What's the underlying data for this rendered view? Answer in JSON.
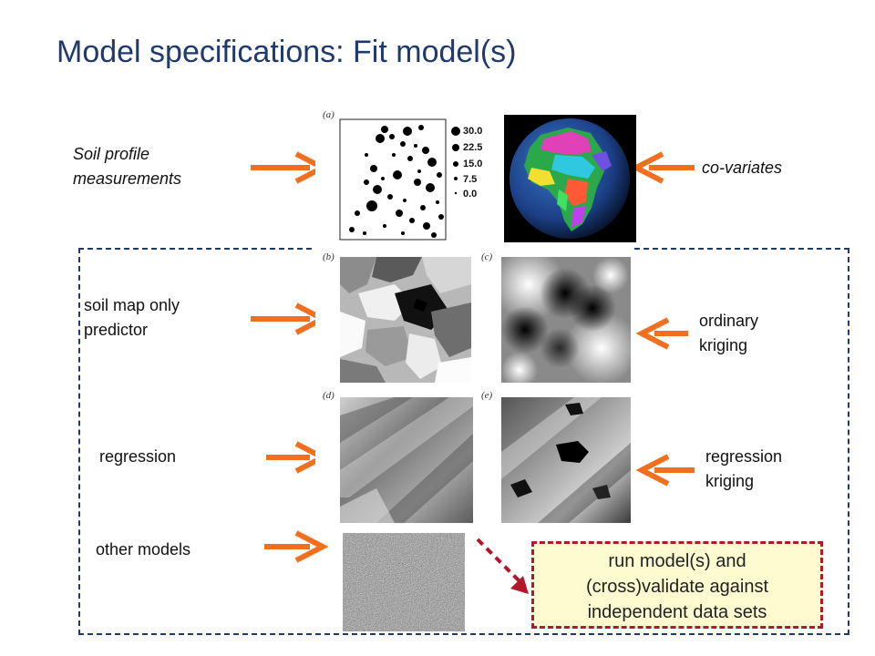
{
  "title": "Model specifications: Fit model(s)",
  "labels": {
    "soil_profile_line1": "Soil profile",
    "soil_profile_line2": "measurements",
    "covariates": "co-variates",
    "soil_map_line1": "soil map only",
    "soil_map_line2": "predictor",
    "ordinary_line1": "ordinary",
    "ordinary_line2": "kriging",
    "regression": "regression",
    "regkrig_line1": "regression",
    "regkrig_line2": "kriging",
    "other_models": "other models"
  },
  "panels": {
    "a": "(a)",
    "b": "(b)",
    "c": "(c)",
    "d": "(d)",
    "e": "(e)"
  },
  "legend_values": [
    "30.0",
    "22.5",
    "15.0",
    "7.5",
    "0.0"
  ],
  "callout": {
    "line1": "run model(s) and",
    "line2": "(cross)validate against",
    "line3": "independent data sets"
  },
  "colors": {
    "title": "#1f3a6e",
    "arrow": "#f07020",
    "dashed_border": "#1f3a6e",
    "callout_border": "#b3182a",
    "callout_fill": "#fffbd0"
  }
}
